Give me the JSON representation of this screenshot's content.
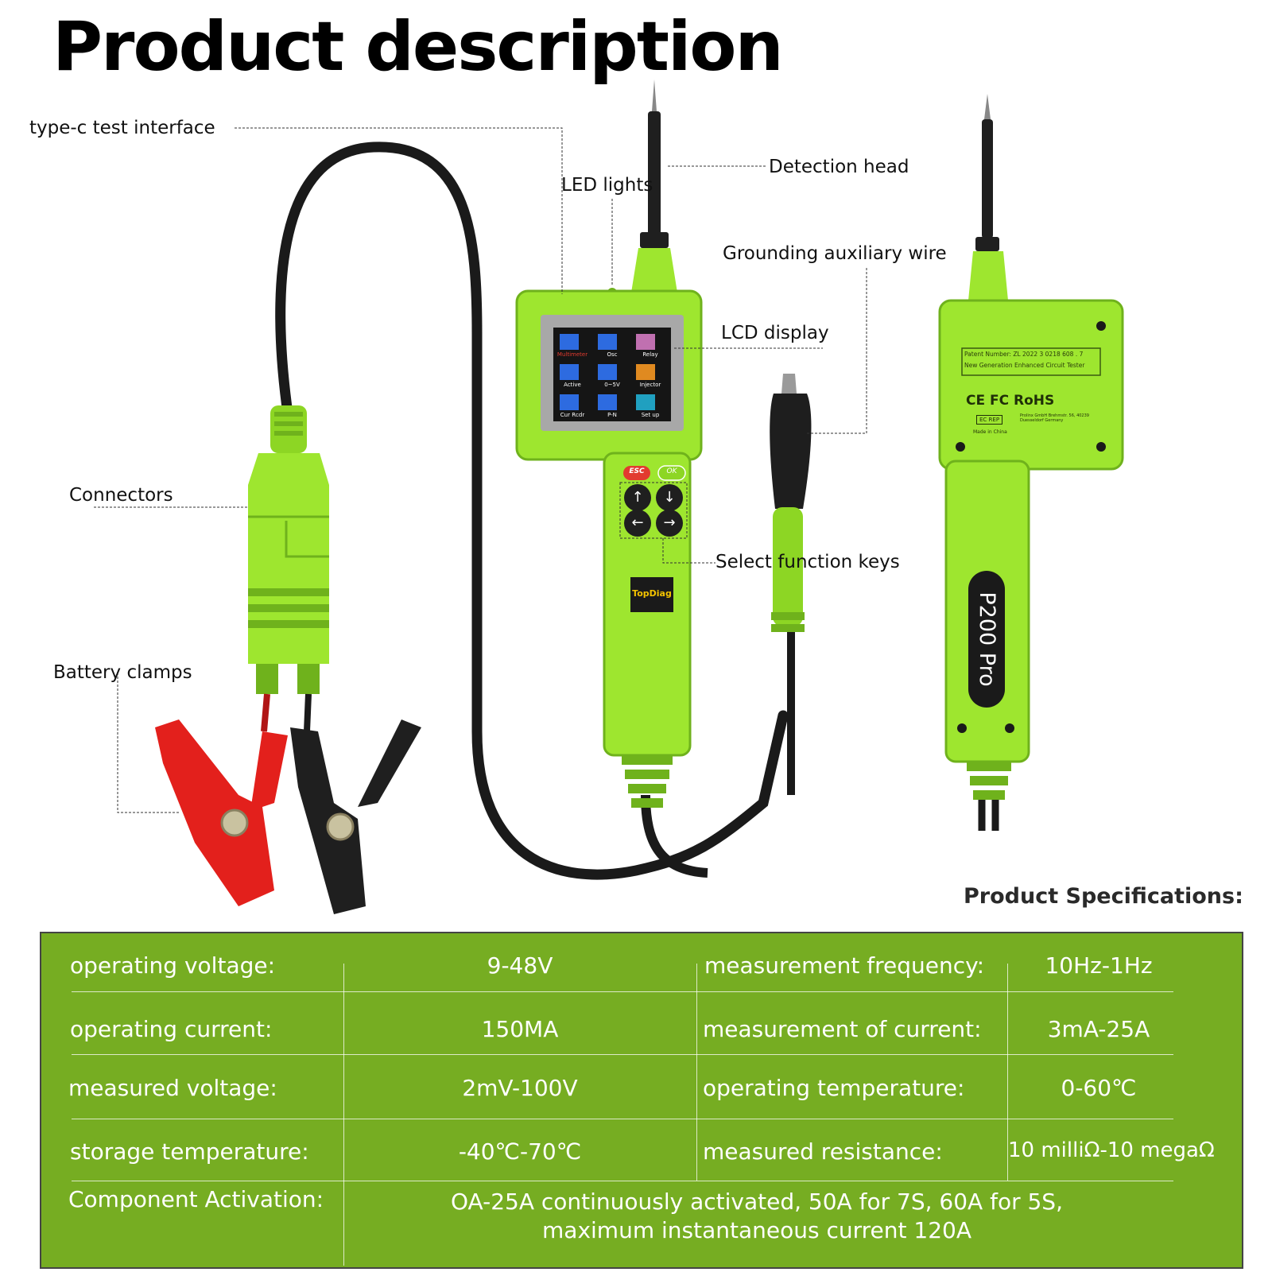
{
  "title": "Product description",
  "callouts": {
    "type_c": "type-c test interface",
    "led": "LED lights",
    "detection_head": "Detection head",
    "grounding": "Grounding auxiliary wire",
    "lcd": "LCD display",
    "connectors": "Connectors",
    "select_keys": "Select function keys",
    "battery_clamps": "Battery clamps"
  },
  "device": {
    "screen_tiles": [
      "Multimeter",
      "Osc",
      "Relay",
      "Active",
      "0~5V",
      "Injector",
      "Cur Rcdr",
      "P-N",
      "Set up"
    ],
    "esc_label": "ESC",
    "ok_label": "OK",
    "brand": "TopDiag",
    "model": "P200 Pro",
    "back_panel": {
      "patent": "Patent Number: ZL 2022 3 0218 608 . 7",
      "subtitle": "New Generation Enhanced Circuit Tester",
      "marks": "CE FC RoHS",
      "ec_rep": "EC REP",
      "address": "Prolinx GmbH Brehmstr. 56, 40239 Duesseldorf Germany",
      "made_in": "Made in China"
    }
  },
  "specs": {
    "heading": "Product Specifications:",
    "rows": [
      {
        "label1": "operating voltage:",
        "value1": "9-48V",
        "label2": "measurement frequency:",
        "value2": "10Hz-1Hz"
      },
      {
        "label1": "operating current:",
        "value1": "150MA",
        "label2": "measurement of current:",
        "value2": "3mA-25A"
      },
      {
        "label1": "measured voltage:",
        "value1": "2mV-100V",
        "label2": "operating temperature:",
        "value2": "0-60℃"
      },
      {
        "label1": "storage temperature:",
        "value1": "-40℃-70℃",
        "label2": "measured resistance:",
        "value2": "10 milliΩ-10 megaΩ"
      }
    ],
    "activation_label": "Component Activation:",
    "activation_line1": "OA-25A continuously activated, 50A for 7S, 60A for 5S,",
    "activation_line2": "maximum instantaneous current 120A"
  },
  "colors": {
    "device_green": "#9ee62f",
    "device_green_dark": "#6fb21c",
    "table_green": "#76ad22",
    "clamp_red": "#e3201c",
    "clamp_black": "#1f1f1f",
    "esc_red": "#e23b2f"
  }
}
